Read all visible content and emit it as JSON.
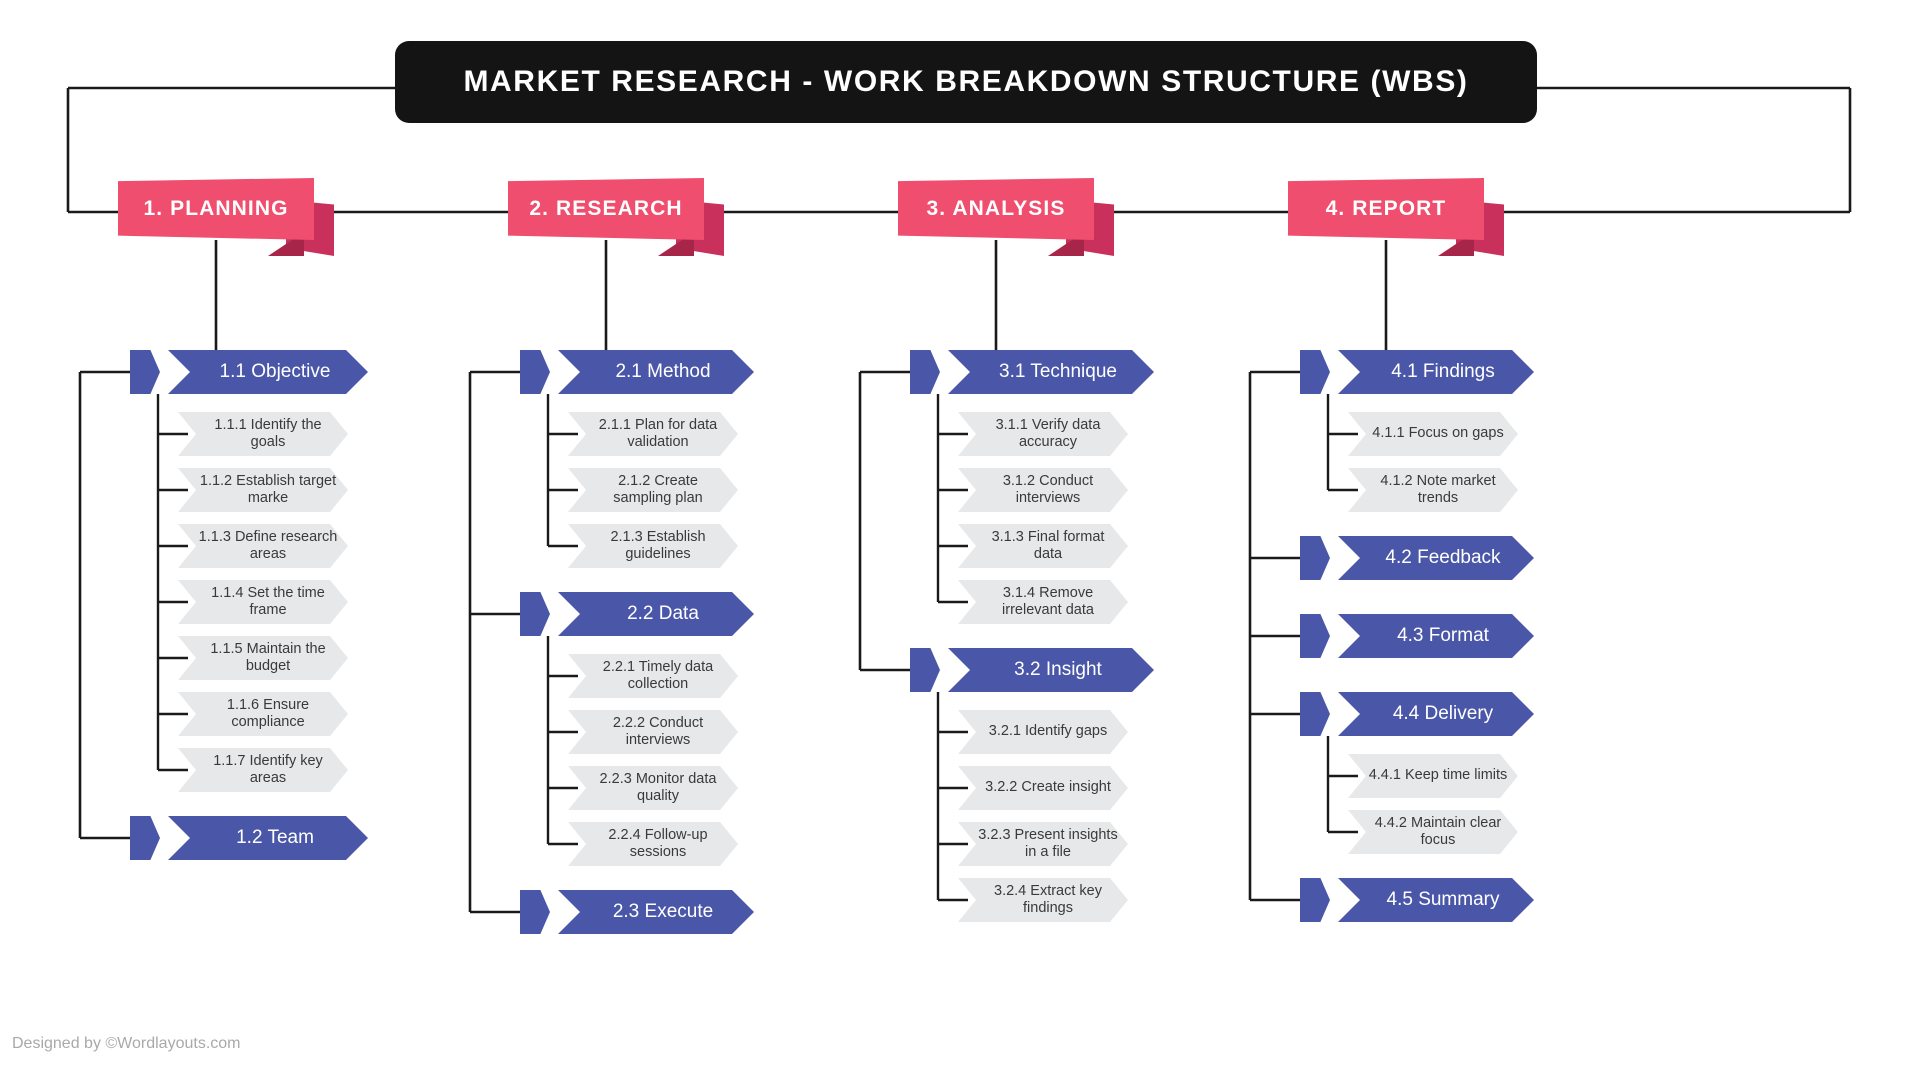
{
  "title": "MARKET RESEARCH - WORK BREAKDOWN STRUCTURE (WBS)",
  "credit": "Designed by ©Wordlayouts.com",
  "colors": {
    "title_bg": "#141414",
    "ribbon": "#EF4E6E",
    "ribbon_fold": "#C9315C",
    "chevron": "#4A57A8",
    "leaf": "#E7E8E9",
    "connector": "#1A1A1A",
    "credit_text": "#A9A9A9"
  },
  "columns": [
    {
      "id": "planning",
      "phase": "1. PLANNING",
      "groups": [
        {
          "label": "1.1 Objective",
          "leaves": [
            "1.1.1 Identify the goals",
            "1.1.2 Establish target marke",
            "1.1.3 Define research areas",
            "1.1.4 Set the time frame",
            "1.1.5 Maintain the budget",
            "1.1.6 Ensure compliance",
            "1.1.7 Identify key areas"
          ]
        },
        {
          "label": "1.2 Team",
          "leaves": []
        }
      ]
    },
    {
      "id": "research",
      "phase": "2. RESEARCH",
      "groups": [
        {
          "label": "2.1 Method",
          "leaves": [
            "2.1.1 Plan for data validation",
            "2.1.2 Create sampling plan",
            "2.1.3 Establish guidelines"
          ]
        },
        {
          "label": "2.2 Data",
          "leaves": [
            "2.2.1 Timely data collection",
            "2.2.2 Conduct interviews",
            "2.2.3 Monitor data quality",
            "2.2.4 Follow-up sessions"
          ]
        },
        {
          "label": "2.3 Execute",
          "leaves": []
        }
      ]
    },
    {
      "id": "analysis",
      "phase": "3. ANALYSIS",
      "groups": [
        {
          "label": "3.1 Technique",
          "leaves": [
            "3.1.1 Verify data accuracy",
            "3.1.2 Conduct interviews",
            "3.1.3 Final format data",
            "3.1.4 Remove irrelevant data"
          ]
        },
        {
          "label": "3.2 Insight",
          "leaves": [
            "3.2.1 Identify gaps",
            "3.2.2 Create insight",
            "3.2.3 Present insights in a file",
            "3.2.4 Extract key findings"
          ]
        }
      ]
    },
    {
      "id": "report",
      "phase": "4. REPORT",
      "groups": [
        {
          "label": "4.1 Findings",
          "leaves": [
            "4.1.1 Focus on gaps",
            "4.1.2 Note market trends"
          ]
        },
        {
          "label": "4.2 Feedback",
          "leaves": []
        },
        {
          "label": "4.3 Format",
          "leaves": []
        },
        {
          "label": "4.4 Delivery",
          "leaves": [
            "4.4.1 Keep time limits",
            "4.4.2 Maintain clear focus"
          ]
        },
        {
          "label": "4.5 Summary",
          "leaves": []
        }
      ]
    }
  ]
}
